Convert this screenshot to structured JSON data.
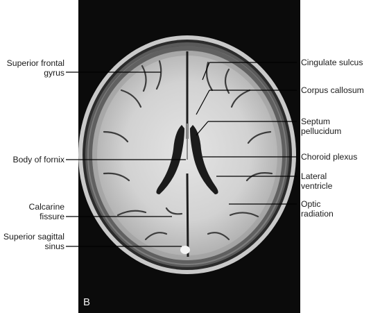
{
  "panel_letter": "B",
  "labels_left": {
    "superior_frontal_gyrus": "Superior frontal\ngyrus",
    "body_of_fornix": "Body of fornix",
    "calcarine_fissure": "Calcarine\nfissure",
    "superior_sagittal_sinus": "Superior sagittal\nsinus"
  },
  "labels_right": {
    "cingulate_sulcus": "Cingulate sulcus",
    "corpus_callosum": "Corpus callosum",
    "septum_pellucidum": "Septum\npellucidum",
    "choroid_plexus": "Choroid plexus",
    "lateral_ventricle": "Lateral\nventricle",
    "optic_radiation": "Optic\nradiation"
  }
}
